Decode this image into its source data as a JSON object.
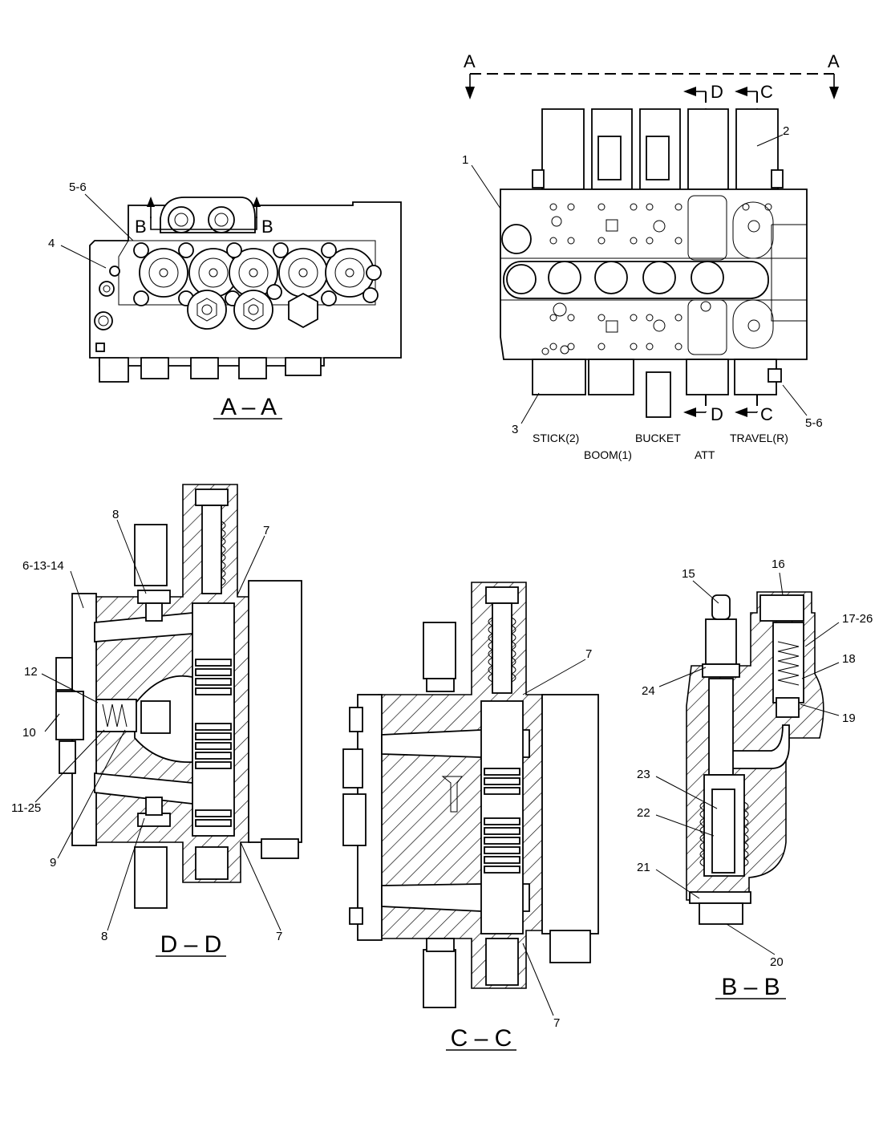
{
  "sections": {
    "aa": "A – A",
    "dd": "D – D",
    "cc": "C – C",
    "bb": "B – B"
  },
  "cut_marks": {
    "a": "A",
    "b": "B",
    "c": "C",
    "d": "D"
  },
  "functions": {
    "stick2": "STICK(2)",
    "boom1": "BOOM(1)",
    "bucket": "BUCKET",
    "att": "ATT",
    "travel_r": "TRAVEL(R)"
  },
  "callouts": {
    "aa_5_6": "5-6",
    "aa_4": "4",
    "top_1": "1",
    "top_2": "2",
    "top_3": "3",
    "top_5_6": "5-6",
    "dd_8_top": "8",
    "dd_7_top": "7",
    "dd_6_13_14": "6-13-14",
    "dd_12": "12",
    "dd_10": "10",
    "dd_11_25": "11-25",
    "dd_9": "9",
    "dd_8_bottom": "8",
    "dd_7_bottom": "7",
    "cc_7_top": "7",
    "cc_7_bottom": "7",
    "bb_15": "15",
    "bb_16": "16",
    "bb_17_26": "17-26",
    "bb_18": "18",
    "bb_19": "19",
    "bb_24": "24",
    "bb_23": "23",
    "bb_22": "22",
    "bb_21": "21",
    "bb_20": "20"
  }
}
